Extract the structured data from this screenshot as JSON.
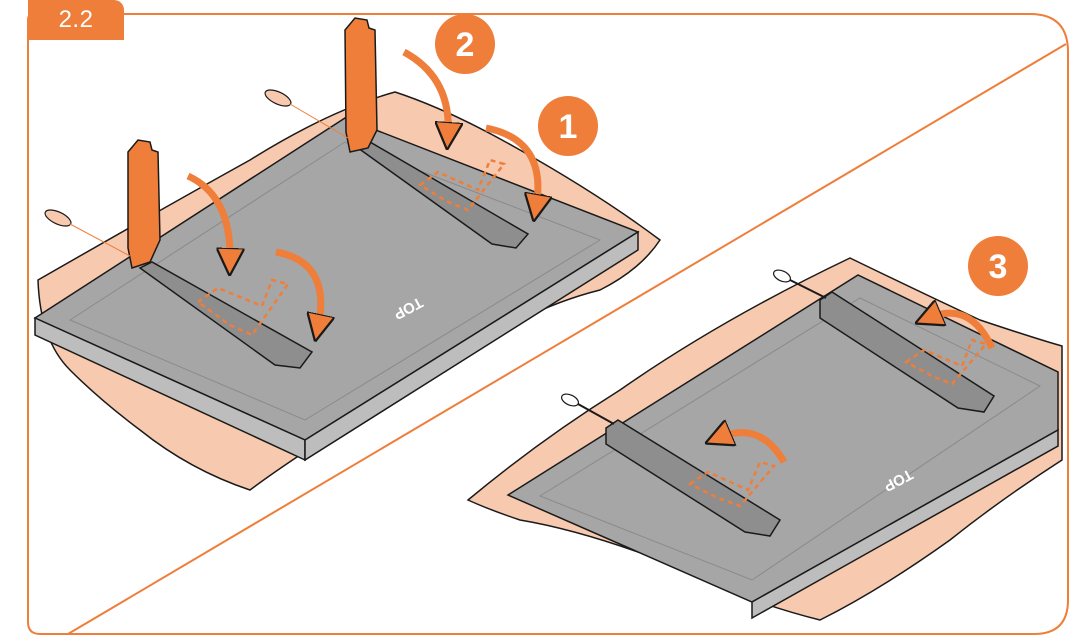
{
  "section": {
    "label": "2.2"
  },
  "steps": [
    {
      "number": "1"
    },
    {
      "number": "2"
    },
    {
      "number": "3"
    }
  ],
  "panel_labels": {
    "left_top": "TOP",
    "right_top": "TOP"
  },
  "colors": {
    "accent": "#EE7E3A",
    "cloth": "#F7C9AE",
    "panel": "#A6A6A6",
    "panel_side": "#BDBDBD",
    "outline": "#1A1A1A"
  },
  "icons": [
    "curved-arrow-icon",
    "screw-icon",
    "stand-bracket-icon"
  ]
}
